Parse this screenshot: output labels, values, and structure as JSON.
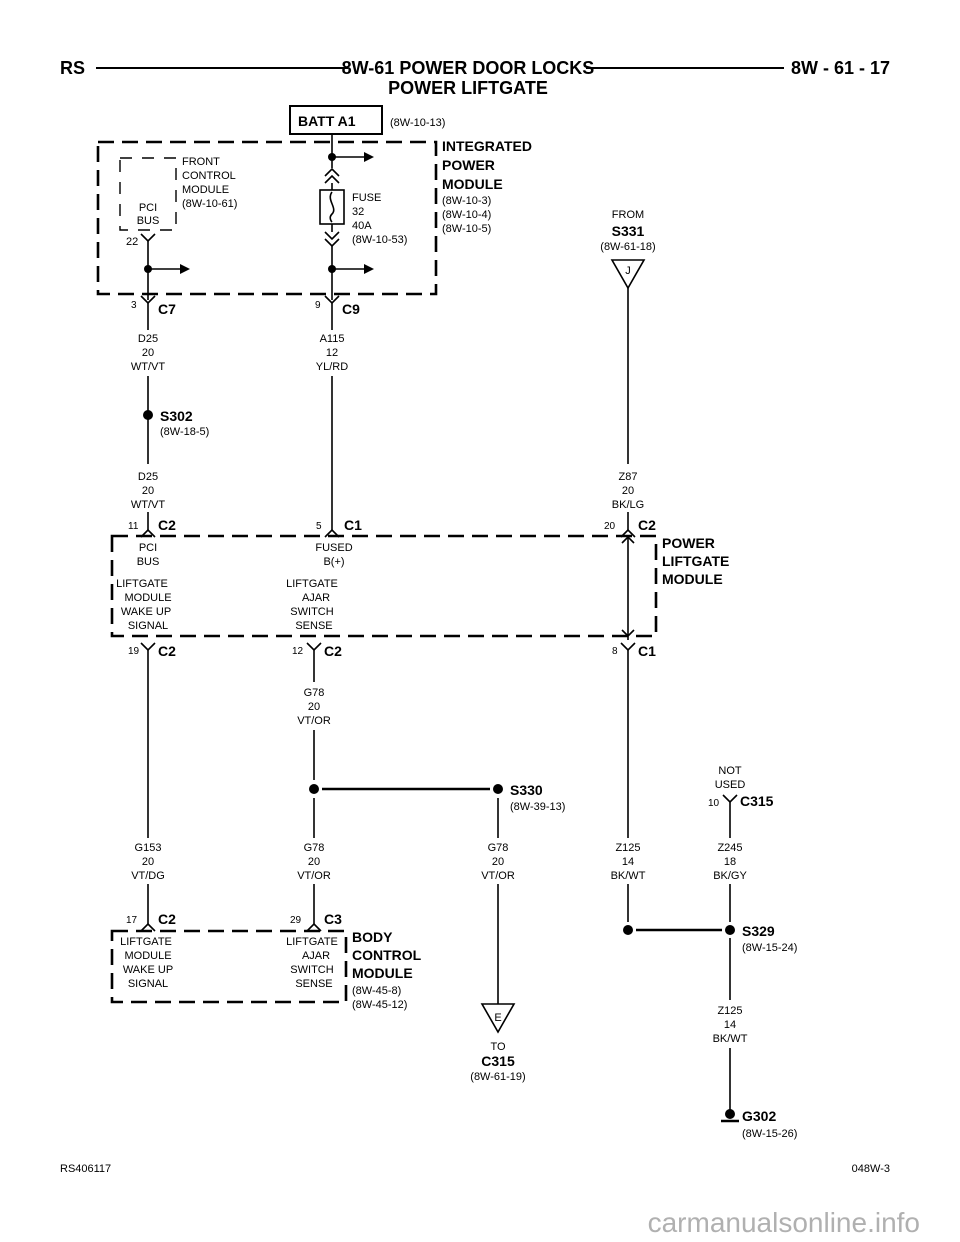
{
  "header": {
    "left": "RS",
    "title_line1": "8W-61 POWER DOOR LOCKS",
    "title_line2": "POWER LIFTGATE",
    "page": "8W - 61 - 17"
  },
  "footer": {
    "left": "RS406117",
    "right": "048W-3",
    "watermark": "carmanualsonline.info"
  },
  "batt": {
    "label": "BATT A1",
    "ref": "(8W-10-13)"
  },
  "ipm": {
    "title": [
      "INTEGRATED",
      "POWER",
      "MODULE"
    ],
    "refs": [
      "(8W-10-3)",
      "(8W-10-4)",
      "(8W-10-5)"
    ],
    "fcm": [
      "FRONT",
      "CONTROL",
      "MODULE",
      "(8W-10-61)"
    ],
    "pci": [
      "PCI",
      "BUS"
    ],
    "pin_22": "22",
    "fuse": [
      "FUSE",
      "32",
      "40A",
      "(8W-10-53)"
    ]
  },
  "connectors": {
    "c7": {
      "pin": "3",
      "name": "C7"
    },
    "c9": {
      "pin": "9",
      "name": "C9"
    },
    "plm_c2_top_left": {
      "pin": "11",
      "name": "C2"
    },
    "plm_c1_top": {
      "pin": "5",
      "name": "C1"
    },
    "plm_c2_top_right": {
      "pin": "20",
      "name": "C2"
    },
    "plm_c2_bot_left": {
      "pin": "19",
      "name": "C2"
    },
    "plm_c2_bot_mid": {
      "pin": "12",
      "name": "C2"
    },
    "plm_c1_bot_right": {
      "pin": "8",
      "name": "C1"
    },
    "c315": {
      "pin": "10",
      "name": "C315",
      "note": [
        "NOT",
        "USED"
      ]
    },
    "bcm_c2": {
      "pin": "17",
      "name": "C2"
    },
    "bcm_c3": {
      "pin": "29",
      "name": "C3"
    }
  },
  "wires": {
    "d25_top": [
      "D25",
      "20",
      "WT/VT"
    ],
    "d25_bot": [
      "D25",
      "20",
      "WT/VT"
    ],
    "a115": [
      "A115",
      "12",
      "YL/RD"
    ],
    "z87": [
      "Z87",
      "20",
      "BK/LG"
    ],
    "g78_top": [
      "G78",
      "20",
      "VT/OR"
    ],
    "g153": [
      "G153",
      "20",
      "VT/DG"
    ],
    "g78_left": [
      "G78",
      "20",
      "VT/OR"
    ],
    "g78_right": [
      "G78",
      "20",
      "VT/OR"
    ],
    "z125_top": [
      "Z125",
      "14",
      "BK/WT"
    ],
    "z245": [
      "Z245",
      "18",
      "BK/GY"
    ],
    "z125_bot": [
      "Z125",
      "14",
      "BK/WT"
    ]
  },
  "splices": {
    "s302": {
      "name": "S302",
      "ref": "(8W-18-5)"
    },
    "s330": {
      "name": "S330",
      "ref": "(8W-39-13)"
    },
    "s329": {
      "name": "S329",
      "ref": "(8W-15-24)"
    },
    "g302": {
      "name": "G302",
      "ref": "(8W-15-26)"
    }
  },
  "from_s331": {
    "from": "FROM",
    "name": "S331",
    "ref": "(8W-61-18)",
    "letter": "J"
  },
  "to_c315": {
    "to": "TO",
    "name": "C315",
    "ref": "(8W-61-19)",
    "letter": "E"
  },
  "plm": {
    "title": [
      "POWER",
      "LIFTGATE",
      "MODULE"
    ],
    "pci": [
      "PCI",
      "BUS"
    ],
    "fused": [
      "FUSED",
      "B(+)"
    ],
    "wake": [
      "LIFTGATE",
      "MODULE",
      "WAKE UP",
      "SIGNAL"
    ],
    "ajar": [
      "LIFTGATE",
      "AJAR",
      "SWITCH",
      "SENSE"
    ]
  },
  "bcm": {
    "title": [
      "BODY",
      "CONTROL",
      "MODULE"
    ],
    "refs": [
      "(8W-45-8)",
      "(8W-45-12)"
    ],
    "wake": [
      "LIFTGATE",
      "MODULE",
      "WAKE UP",
      "SIGNAL"
    ],
    "ajar": [
      "LIFTGATE",
      "AJAR",
      "SWITCH",
      "SENSE"
    ]
  }
}
